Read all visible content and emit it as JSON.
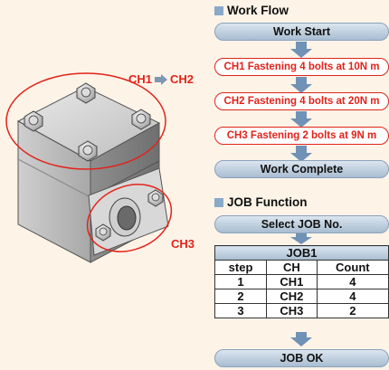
{
  "illustration": {
    "label_ch1": "CH1",
    "label_ch2": "CH2",
    "label_ch3": "CH3"
  },
  "work_flow": {
    "title": "Work Flow",
    "steps": [
      {
        "label": "Work Start",
        "style": "blue"
      },
      {
        "label": "CH1 Fastening 4 bolts at 10N m",
        "style": "red"
      },
      {
        "label": "CH2 Fastening 4 bolts at 20N m",
        "style": "red"
      },
      {
        "label": "CH3 Fastening 2 bolts at 9N m",
        "style": "red"
      },
      {
        "label": "Work Complete",
        "style": "blue"
      }
    ]
  },
  "job_function": {
    "title": "JOB Function",
    "select_label": "Select JOB No.",
    "table": {
      "title": "JOB1",
      "columns": [
        "step",
        "CH",
        "Count"
      ],
      "rows": [
        [
          "1",
          "CH1",
          "4"
        ],
        [
          "2",
          "CH2",
          "4"
        ],
        [
          "3",
          "CH3",
          "2"
        ]
      ]
    },
    "result_label": "JOB OK"
  },
  "colors": {
    "accent_red": "#e2231a",
    "pill_blue": "#a9bdd1",
    "arrow_blue": "#6f92b6",
    "background": "#fdf3e7"
  }
}
